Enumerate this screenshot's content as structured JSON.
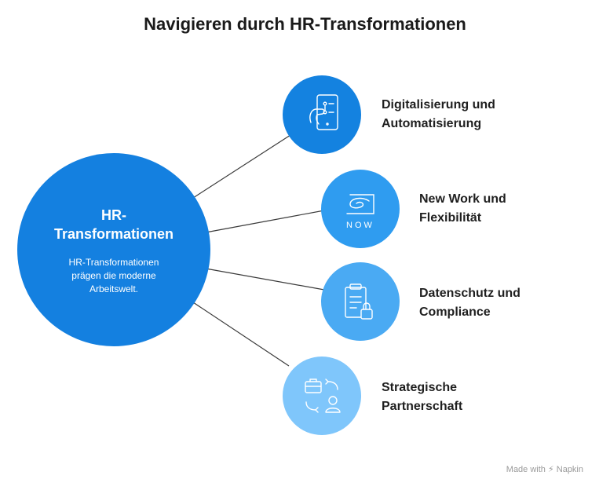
{
  "title": "Navigieren durch HR-Transformationen",
  "center": {
    "title_line1": "HR-",
    "title_line2": "Transformationen",
    "desc_line1": "HR-Transformationen",
    "desc_line2": "prägen die moderne",
    "desc_line3": "Arbeitswelt."
  },
  "nodes": [
    {
      "line1": "Digitalisierung und",
      "line2": "Automatisierung",
      "icon": "smartphone-touch-icon",
      "color": "#1482e0"
    },
    {
      "line1": "New Work und",
      "line2": "Flexibilität",
      "icon": "now-logo-icon",
      "icon_text": "NOW",
      "color": "#2f9cf0"
    },
    {
      "line1": "Datenschutz und",
      "line2": "Compliance",
      "icon": "clipboard-lock-icon",
      "color": "#4aaaf3"
    },
    {
      "line1": "Strategische",
      "line2": "Partnerschaft",
      "icon": "briefcase-exchange-icon",
      "color": "#7fc6fb"
    }
  ],
  "footer": "Made with ⚡ Napkin",
  "colors": {
    "center": "#1480e0",
    "line": "#3a3a3a"
  }
}
